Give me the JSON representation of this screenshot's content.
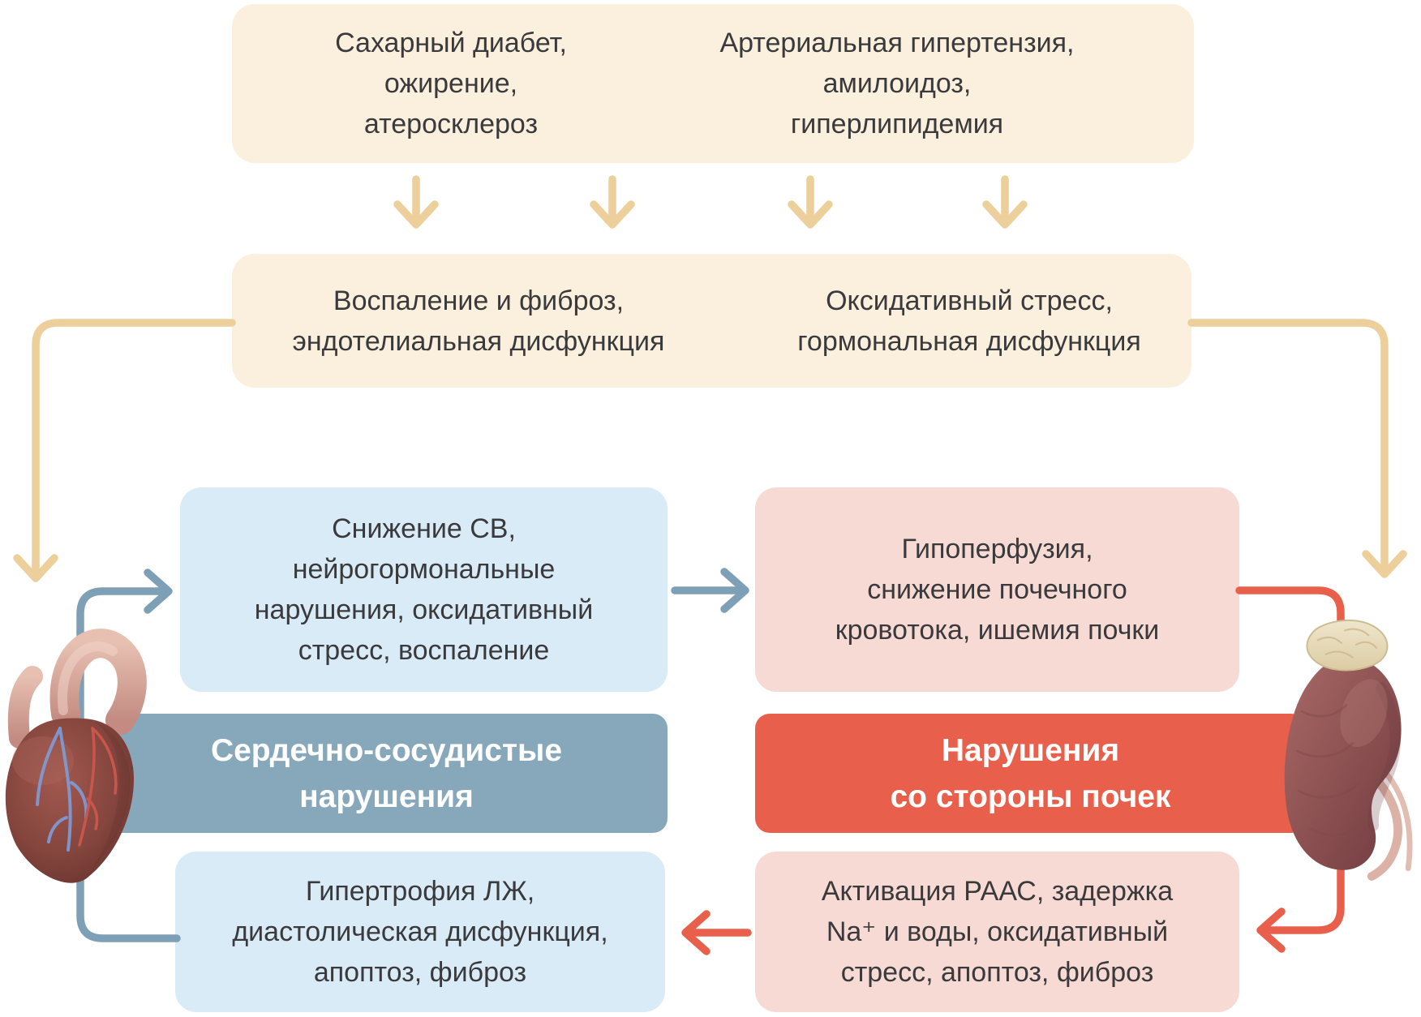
{
  "palette": {
    "cream": "#FAF0DD",
    "tan": "#EDCF9B",
    "light_blue": "#D9EBF7",
    "pink": "#F8DAD5",
    "steel_blue": "#87A8BB",
    "red": "#E8604C",
    "connector_blue": "#7EA0B6",
    "text_dark": "#3A3A3C",
    "text_light": "#FFFFFF"
  },
  "risk_factors": {
    "cardiac": "Сахарный диабет,\nожирение,\nатеросклероз",
    "renal": "Артериальная гипертензия,\nамилоидоз,\nгиперлипидемия"
  },
  "mediators": {
    "left": "Воспаление и фиброз,\nэндотелиальная дисфункция",
    "right": "Оксидативный стресс,\nгормональная дисфункция"
  },
  "cardiac": {
    "upper": "Снижение СВ,\nнейрогормональные\nнарушения, оксидативный\nстресс, воспаление",
    "header": "Сердечно-сосудистые\nнарушения",
    "lower": "Гипертрофия ЛЖ,\nдиастолическая дисфункция,\nапоптоз, фиброз"
  },
  "renal": {
    "upper": "Гипоперфузия,\nснижение почечного\nкровотока, ишемия почки",
    "header": "Нарушения\nсо стороны почек",
    "lower": "Активация РААС, задержка\nNa⁺ и воды, оксидативный\nстресс, апоптоз, фиброз"
  }
}
